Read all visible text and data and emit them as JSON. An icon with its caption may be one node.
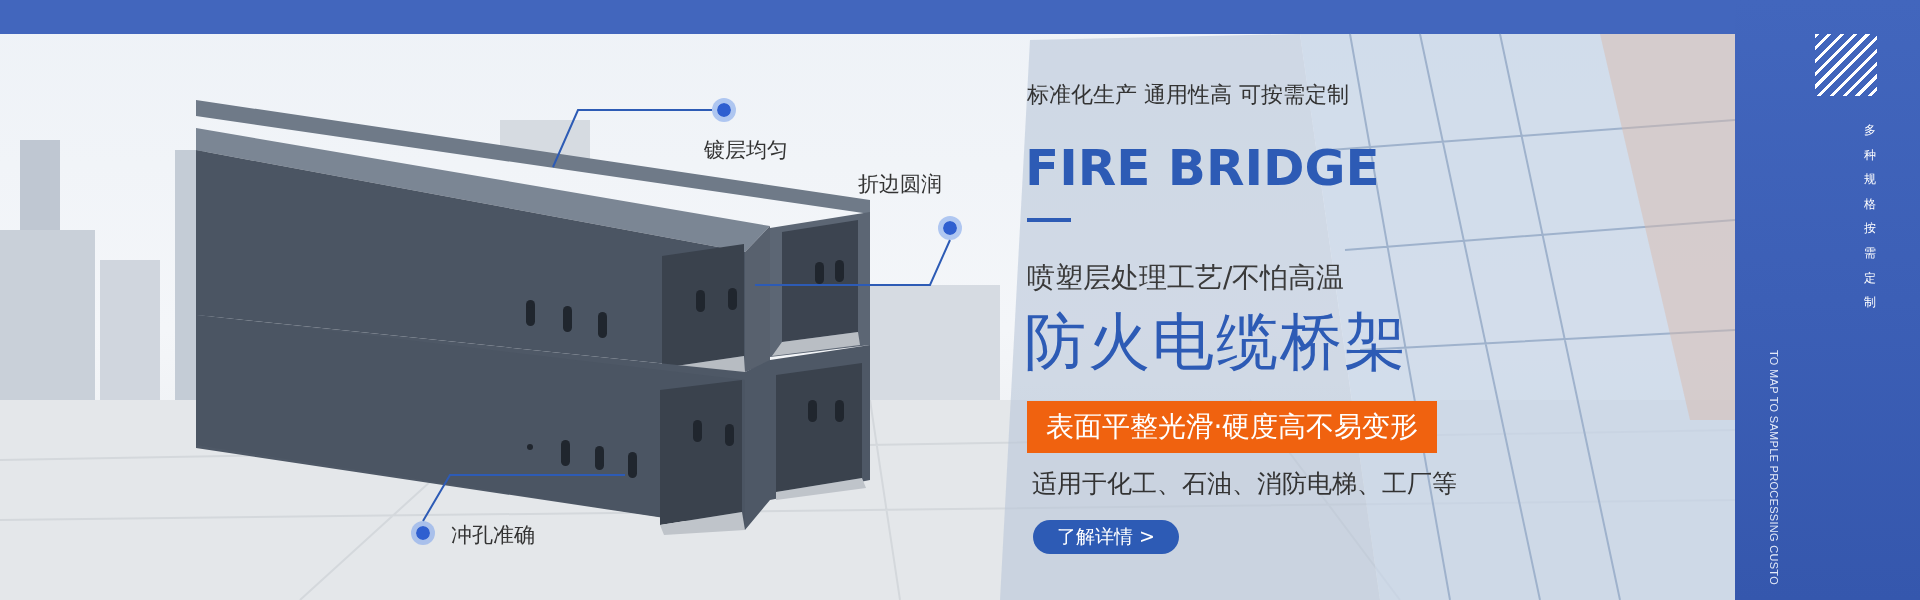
{
  "diagram": {
    "nodes": [
      {
        "text": [
          "镀层均匀"
        ]
      },
      {
        "text": [
          "折边圆润"
        ]
      },
      {
        "text": [
          "冲孔准确"
        ]
      },
      {
        "text": [
          "表面平整光滑·硬度高不易变形"
        ]
      },
      {
        "text": [
          "了解详情 >"
        ]
      }
    ],
    "edges": [
      {
        "from": 0,
        "to": null,
        "arrow": "none"
      },
      {
        "from": 1,
        "to": null,
        "arrow": "none"
      },
      {
        "from": 2,
        "to": null,
        "arrow": "none"
      }
    ],
    "labels": [
      "标准化生产 通用性高 可按需定制",
      "FIRE BRIDGE",
      "喷塑层处理工艺/不怕高温",
      "防火电缆桥架",
      "适用于化工、石油、消防电梯、工厂等",
      "多种规格按需定制",
      "TO MAP TO SAMPLE PROCESSING CUSTO"
    ]
  }
}
